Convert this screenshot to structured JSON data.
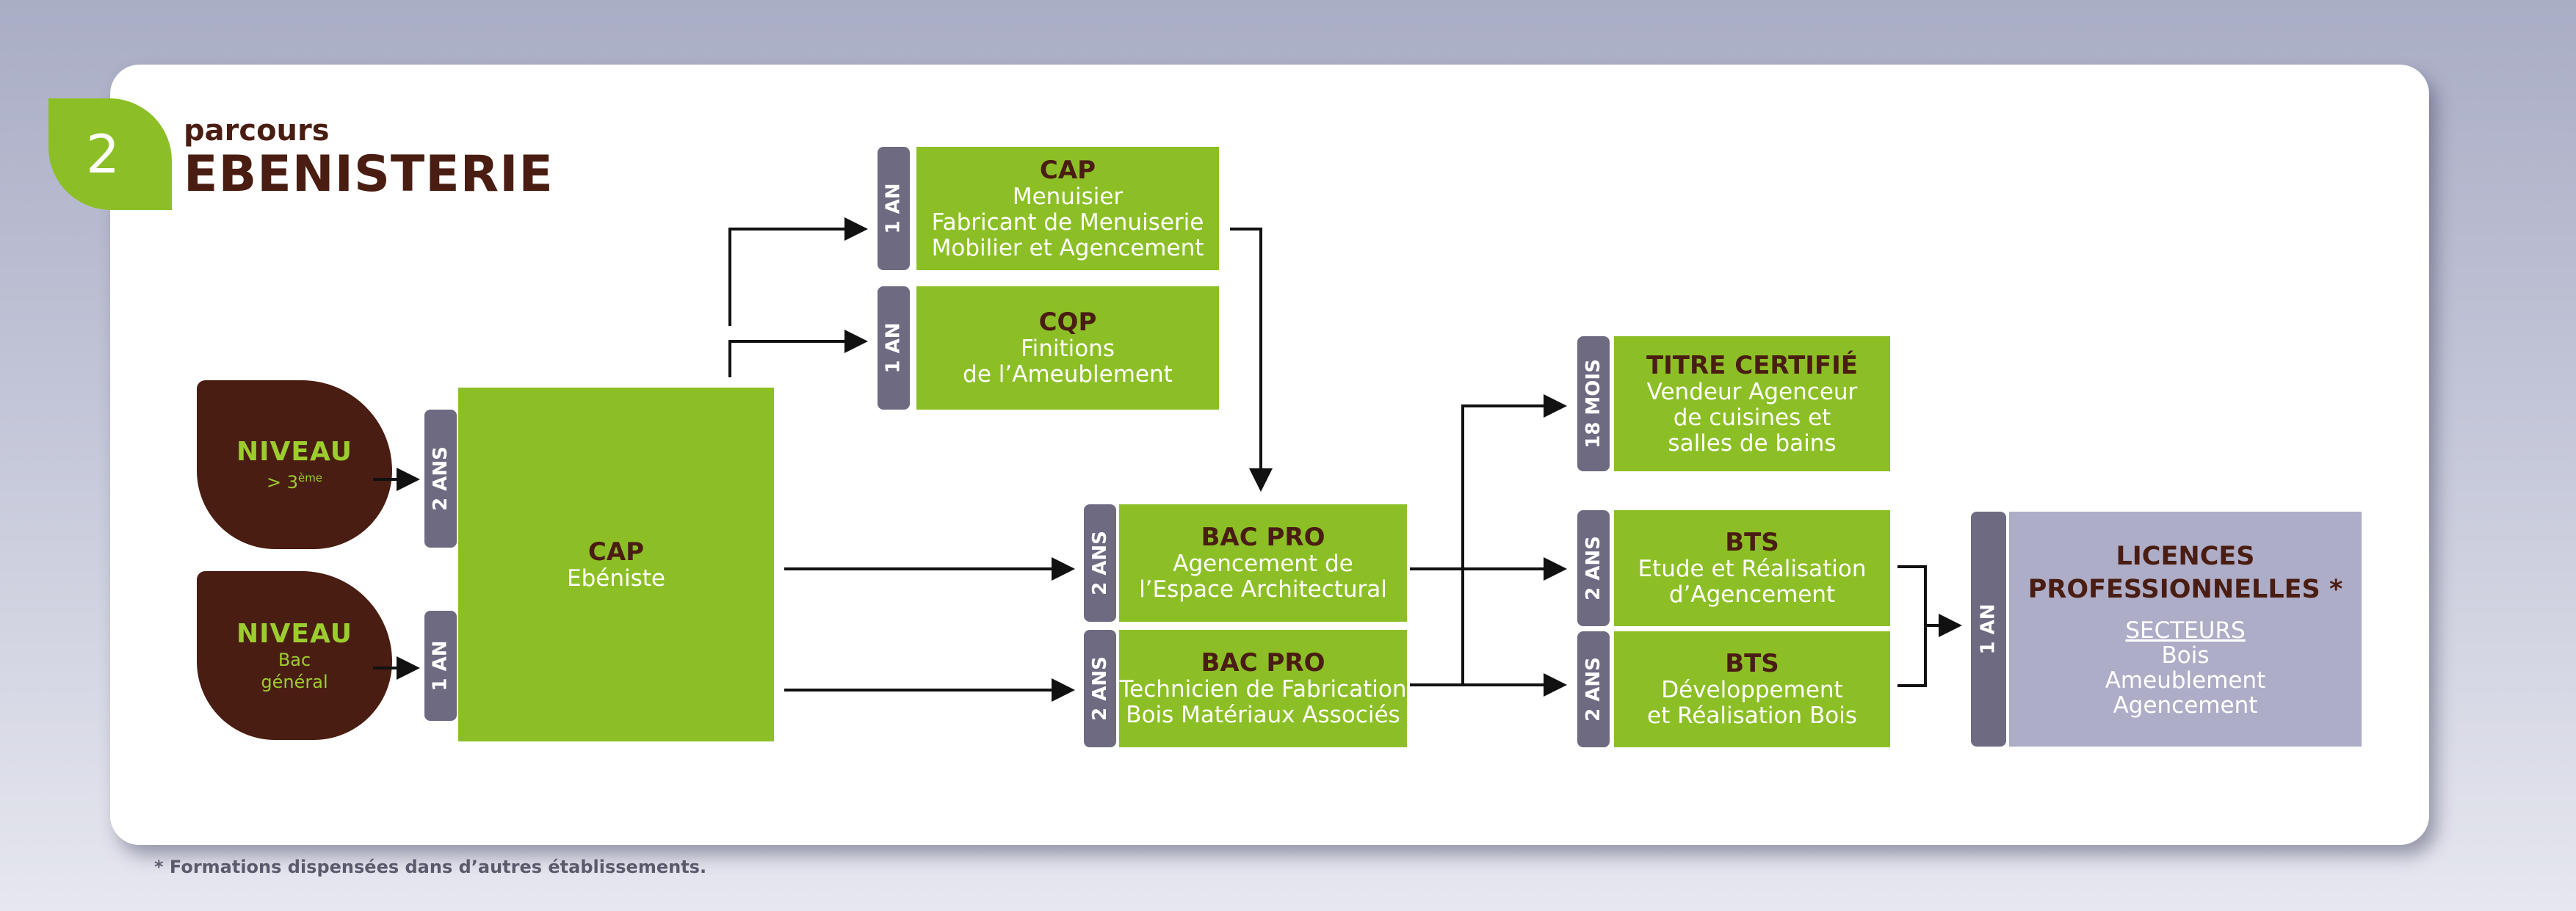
{
  "header": {
    "number": "2",
    "subtitle": "parcours",
    "title": "EBENISTERIE"
  },
  "entry_levels": [
    {
      "title": "NIVEAU",
      "detail": "> 3",
      "detail_sup": "ème"
    },
    {
      "title": "NIVEAU",
      "detail_line1": "Bac",
      "detail_line2": "général"
    }
  ],
  "durations": {
    "cap_from_3eme": "2 ANS",
    "cap_from_bac": "1 AN",
    "cap_menuisier": "1 AN",
    "cqp": "1 AN",
    "bacpro_agencement": "2 ANS",
    "bacpro_technicien": "2 ANS",
    "titre": "18 MOIS",
    "bts_etude": "2 ANS",
    "bts_dev": "2 ANS",
    "licences": "1 AN"
  },
  "boxes": {
    "cap_ebeniste": {
      "title": "CAP",
      "line1": "Ebéniste"
    },
    "cap_menuisier": {
      "title": "CAP",
      "line1": "Menuisier",
      "line2": "Fabricant de Menuiserie",
      "line3": "Mobilier et Agencement"
    },
    "cqp": {
      "title": "CQP",
      "line1": "Finitions",
      "line2": "de l’Ameublement"
    },
    "bacpro_agencement": {
      "title": "BAC PRO",
      "line1": "Agencement de",
      "line2": "l’Espace Architectural"
    },
    "bacpro_technicien": {
      "title": "BAC PRO",
      "line1": "Technicien de Fabrication",
      "line2": "Bois Matériaux Associés"
    },
    "titre": {
      "title": "TITRE CERTIFIÉ",
      "line1": "Vendeur Agenceur",
      "line2": "de cuisines et",
      "line3": "salles de bains"
    },
    "bts_etude": {
      "title": "BTS",
      "line1": "Etude et Réalisation",
      "line2": "d’Agencement"
    },
    "bts_dev": {
      "title": "BTS",
      "line1": "Développement",
      "line2": "et Réalisation Bois"
    },
    "licences": {
      "title1": "LICENCES",
      "title2": "PROFESSIONNELLES *",
      "sectors_label": "SECTEURS",
      "s1": "Bois",
      "s2": "Ameublement",
      "s3": "Agencement"
    }
  },
  "footnote": "* Formations dispensées dans d’autres établissements.",
  "colors": {
    "green": "#8cbf26",
    "brown": "#4a1d12",
    "gray_tab": "#6e6a82",
    "lavender": "#aeadc8"
  }
}
